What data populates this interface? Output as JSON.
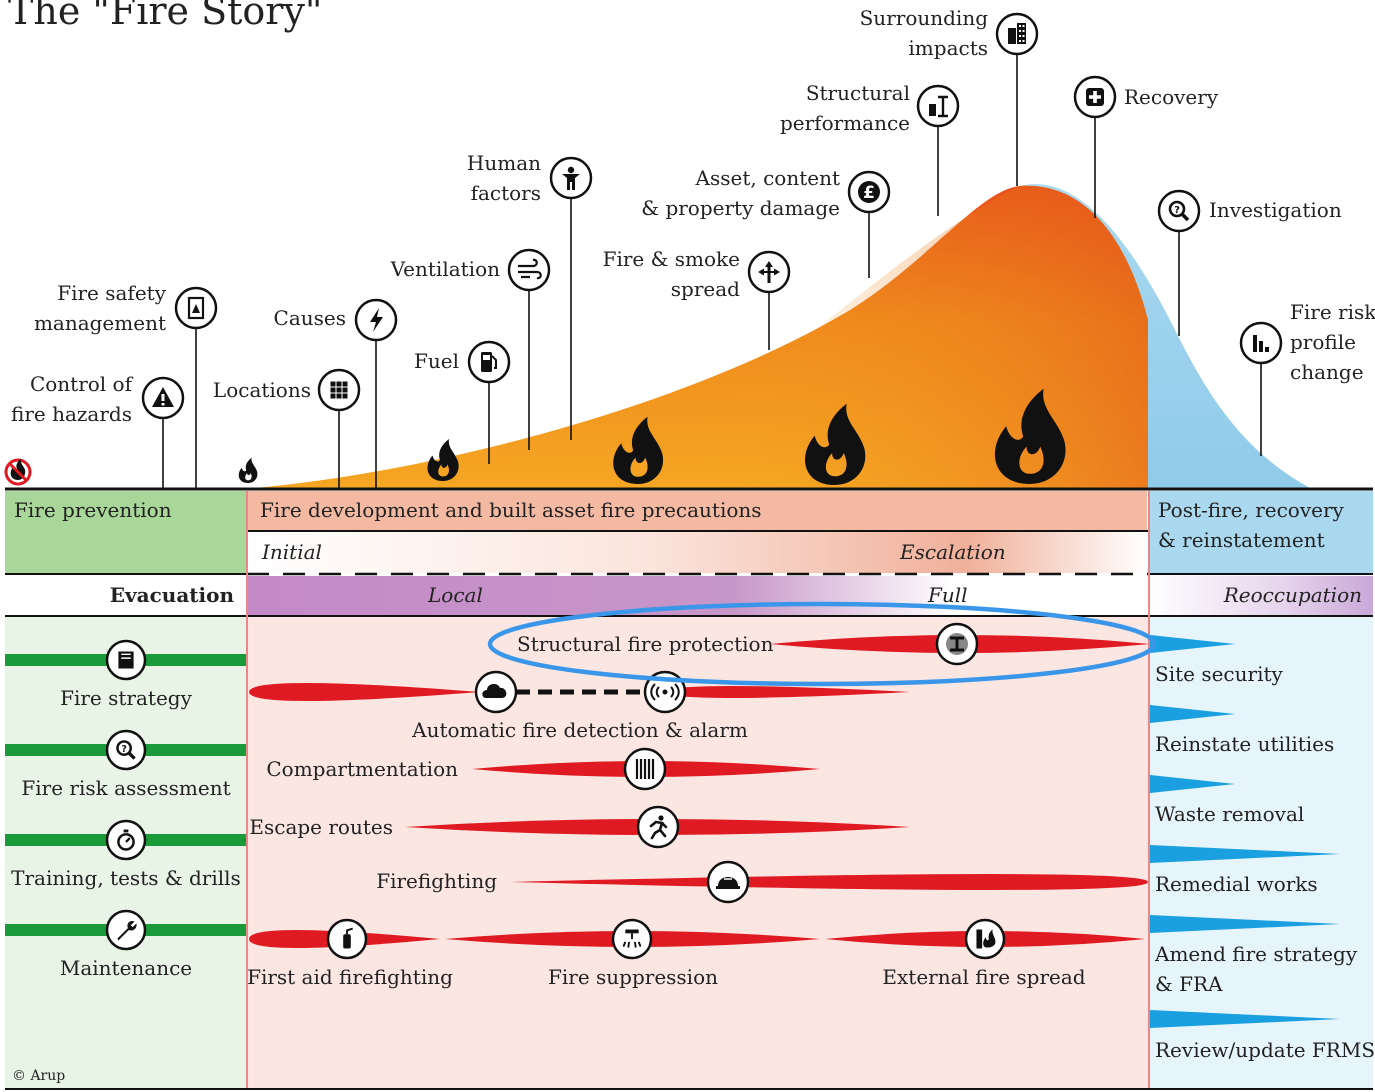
{
  "title": "The \"Fire Story\"",
  "copyright": "© Arup",
  "colors": {
    "fire_curve": "#f08a1c",
    "recovery_curve": "#a9d8ef",
    "prevention_panel": "#a9d79a",
    "development_band": "#f3b9a3",
    "evacuation_band": "#c796c8",
    "post_fire_panel": "#c7e7f5",
    "green_bar": "#1a9a3a",
    "red_bar": "#e01a22",
    "blue_wedge": "#1aa0e0",
    "highlight_ring": "#3a96e8"
  },
  "top_labels": [
    {
      "lines": [
        "Control of",
        "fire hazards"
      ],
      "icon": "warning-icon"
    },
    {
      "lines": [
        "Fire safety",
        "management"
      ],
      "icon": "document-icon"
    },
    {
      "lines": [
        "Locations"
      ],
      "icon": "grid-icon"
    },
    {
      "lines": [
        "Causes"
      ],
      "icon": "lightning-icon"
    },
    {
      "lines": [
        "Fuel"
      ],
      "icon": "fuel-pump-icon"
    },
    {
      "lines": [
        "Ventilation"
      ],
      "icon": "wind-icon"
    },
    {
      "lines": [
        "Human",
        "factors"
      ],
      "icon": "person-icon"
    },
    {
      "lines": [
        "Fire & smoke",
        "spread"
      ],
      "icon": "spread-arrows-icon"
    },
    {
      "lines": [
        "Asset, content",
        "& property damage"
      ],
      "icon": "pound-icon"
    },
    {
      "lines": [
        "Structural",
        "performance"
      ],
      "icon": "structure-icon"
    },
    {
      "lines": [
        "Surrounding",
        "impacts"
      ],
      "icon": "buildings-icon"
    },
    {
      "lines": [
        "Recovery"
      ],
      "icon": "first-aid-icon"
    },
    {
      "lines": [
        "Investigation"
      ],
      "icon": "magnifier-icon"
    },
    {
      "lines": [
        "Fire risk",
        "profile",
        "change"
      ],
      "icon": "bar-chart-icon"
    }
  ],
  "phases": {
    "prevention": "Fire prevention",
    "development": "Fire development and built asset fire precautions",
    "initial": "Initial",
    "escalation": "Escalation",
    "post_fire": [
      "Post-fire, recovery",
      "& reinstatement"
    ],
    "evacuation": "Evacuation",
    "local": "Local",
    "full": "Full",
    "reoccupation": "Reoccupation"
  },
  "left_items": [
    {
      "label": "Fire strategy",
      "icon": "book-icon"
    },
    {
      "label": "Fire risk assessment",
      "icon": "magnifier-icon"
    },
    {
      "label": "Training, tests & drills",
      "icon": "stopwatch-icon"
    },
    {
      "label": "Maintenance",
      "icon": "wrench-icon"
    }
  ],
  "middle_items": [
    {
      "label": "Structural fire protection",
      "icon": "steel-beam-icon",
      "highlighted": true
    },
    {
      "label": "Automatic fire detection & alarm",
      "icon": "smoke-detector-icon"
    },
    {
      "label": "Compartmentation",
      "icon": "fire-door-icon"
    },
    {
      "label": "Escape routes",
      "icon": "running-person-icon"
    },
    {
      "label": "Firefighting",
      "icon": "firefighter-helmet-icon"
    },
    {
      "label": "First aid firefighting",
      "icon": "extinguisher-icon"
    },
    {
      "label": "Fire suppression",
      "icon": "sprinkler-icon"
    },
    {
      "label": "External fire spread",
      "icon": "wall-fire-icon"
    }
  ],
  "right_items": [
    {
      "lines": [
        "Site security"
      ]
    },
    {
      "lines": [
        "Reinstate utilities"
      ]
    },
    {
      "lines": [
        "Waste removal"
      ]
    },
    {
      "lines": [
        "Remedial works"
      ]
    },
    {
      "lines": [
        "Amend fire strategy",
        "& FRA"
      ]
    },
    {
      "lines": [
        "Review/update FRMS"
      ]
    }
  ]
}
